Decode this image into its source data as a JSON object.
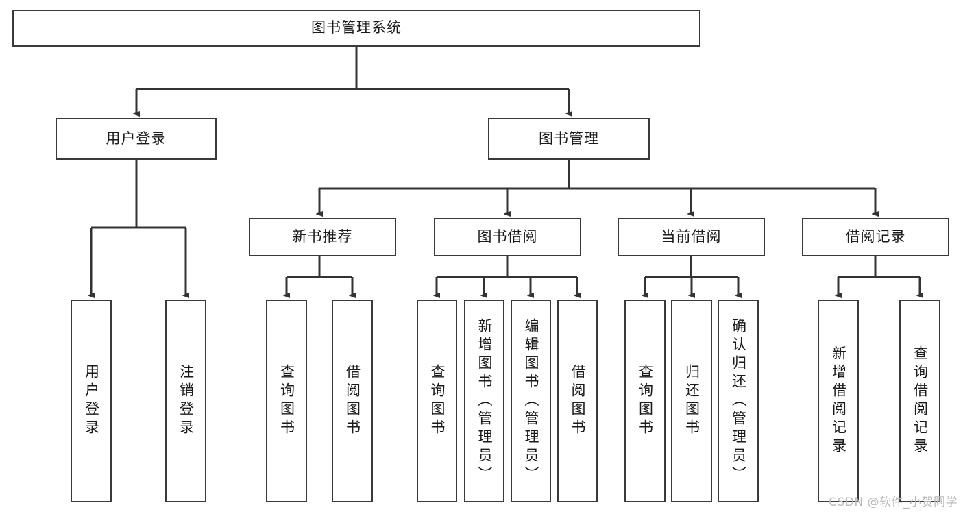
{
  "diagram": {
    "type": "tree",
    "title": "图书管理系统",
    "orientation": "top-down",
    "colors": {
      "node_border": "#3a3a3a",
      "node_fill": "#ffffff",
      "edge": "#333333",
      "text": "#1b1b1b",
      "watermark": "#b9b9b9",
      "background": "#ffffff"
    },
    "root": {
      "id": "root",
      "label": "图书管理系统"
    },
    "level2": [
      {
        "id": "user-login",
        "label": "用户登录"
      },
      {
        "id": "book-manage",
        "label": "图书管理"
      }
    ],
    "level3": [
      {
        "id": "new-book-rec",
        "label": "新书推荐",
        "parent": "book-manage"
      },
      {
        "id": "book-borrow",
        "label": "图书借阅",
        "parent": "book-manage"
      },
      {
        "id": "current-borrow",
        "label": "当前借阅",
        "parent": "book-manage"
      },
      {
        "id": "borrow-record",
        "label": "借阅记录",
        "parent": "book-manage"
      }
    ],
    "leaves": [
      {
        "id": "leaf-user-login",
        "label": "用户登录",
        "parent": "user-login"
      },
      {
        "id": "leaf-logout-login",
        "label": "注销登录",
        "parent": "user-login"
      },
      {
        "id": "leaf-query-book-1",
        "label": "查询图书",
        "parent": "new-book-rec"
      },
      {
        "id": "leaf-borrow-book-1",
        "label": "借阅图书",
        "parent": "new-book-rec"
      },
      {
        "id": "leaf-query-book-2",
        "label": "查询图书",
        "parent": "book-borrow"
      },
      {
        "id": "leaf-add-book",
        "label": "新增图书（管理员）",
        "parent": "book-borrow"
      },
      {
        "id": "leaf-edit-book",
        "label": "编辑图书（管理员）",
        "parent": "book-borrow"
      },
      {
        "id": "leaf-borrow-book-2",
        "label": "借阅图书",
        "parent": "book-borrow"
      },
      {
        "id": "leaf-query-book-3",
        "label": "查询图书",
        "parent": "current-borrow"
      },
      {
        "id": "leaf-return-book",
        "label": "归还图书",
        "parent": "current-borrow"
      },
      {
        "id": "leaf-confirm-return",
        "label": "确认归还（管理员）",
        "parent": "current-borrow"
      },
      {
        "id": "leaf-add-record",
        "label": "新增借阅记录",
        "parent": "borrow-record"
      },
      {
        "id": "leaf-query-record",
        "label": "查询借阅记录",
        "parent": "borrow-record"
      }
    ]
  },
  "watermark": {
    "text": "CSDN @软件_小贺同学"
  }
}
